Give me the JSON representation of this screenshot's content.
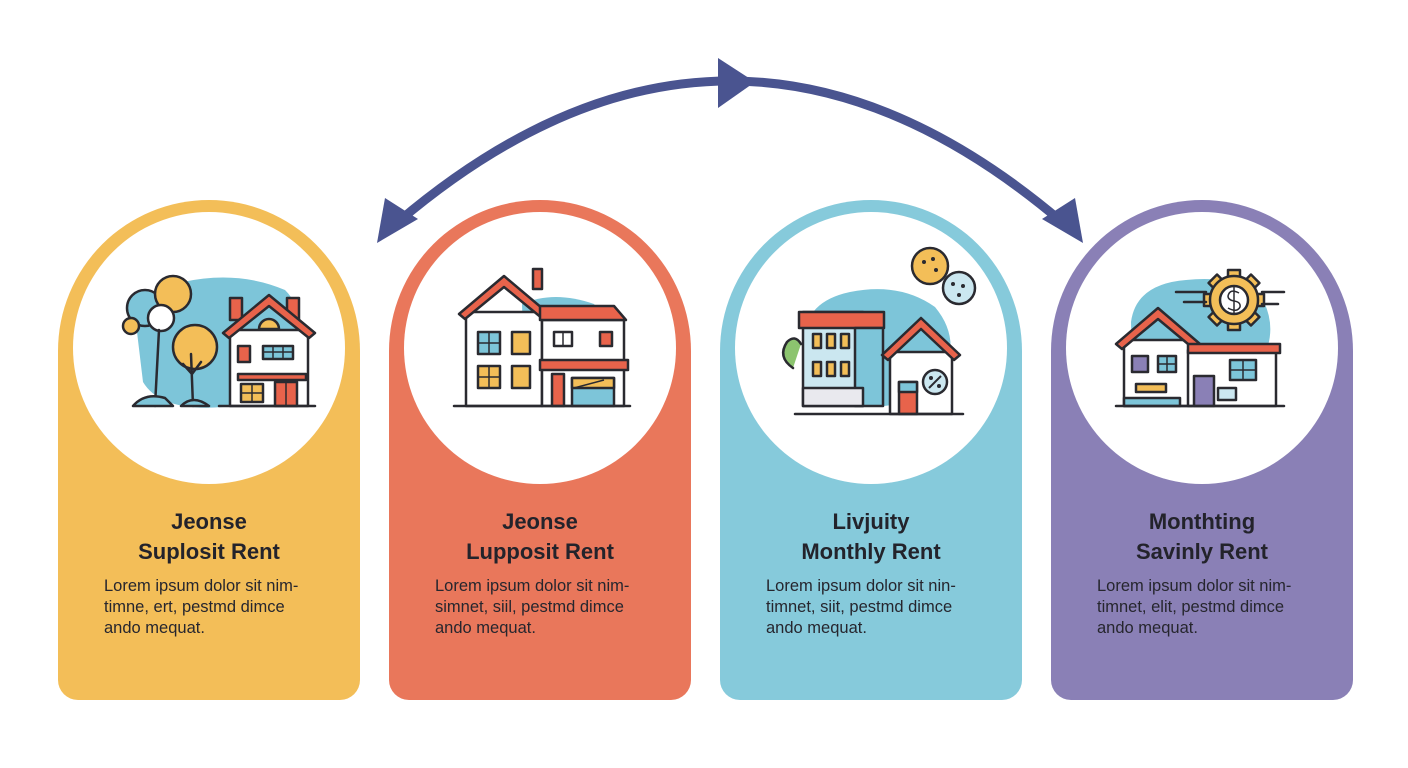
{
  "cards": [
    {
      "title_line1": "Jeonse",
      "title_line2": "Suplosit Rent",
      "body": [
        "Lorem ipsum dolor sit nim-",
        "timne, ert, pestmd dimce",
        "ando mequat."
      ],
      "color": "#f3be58",
      "icon": "house-with-trees-icon"
    },
    {
      "title_line1": "Jeonse",
      "title_line2": "Lupposit Rent",
      "body": [
        "Lorem ipsum dolor sit nim-",
        "simnet, siil, pestmd dimce",
        "ando mequat."
      ],
      "color": "#e9775b",
      "icon": "two-story-house-icon"
    },
    {
      "title_line1": "Livjuity",
      "title_line2": "Monthly Rent",
      "body": [
        "Lorem ipsum dolor sit nin-",
        "timnet, siit, pestmd dimce",
        "ando mequat."
      ],
      "color": "#86cadb",
      "icon": "house-with-percent-icon"
    },
    {
      "title_line1": "Monthting",
      "title_line2": "Savinly Rent",
      "body": [
        "Lorem ipsum dolor sit nim-",
        "timnet, elit, pestmd dimce",
        "ando mequat."
      ],
      "color": "#8a80b6",
      "icon": "house-with-dollar-gear-icon"
    }
  ],
  "arrow_color": "#4a5490",
  "arrow": "bidirectional-arc-arrow"
}
